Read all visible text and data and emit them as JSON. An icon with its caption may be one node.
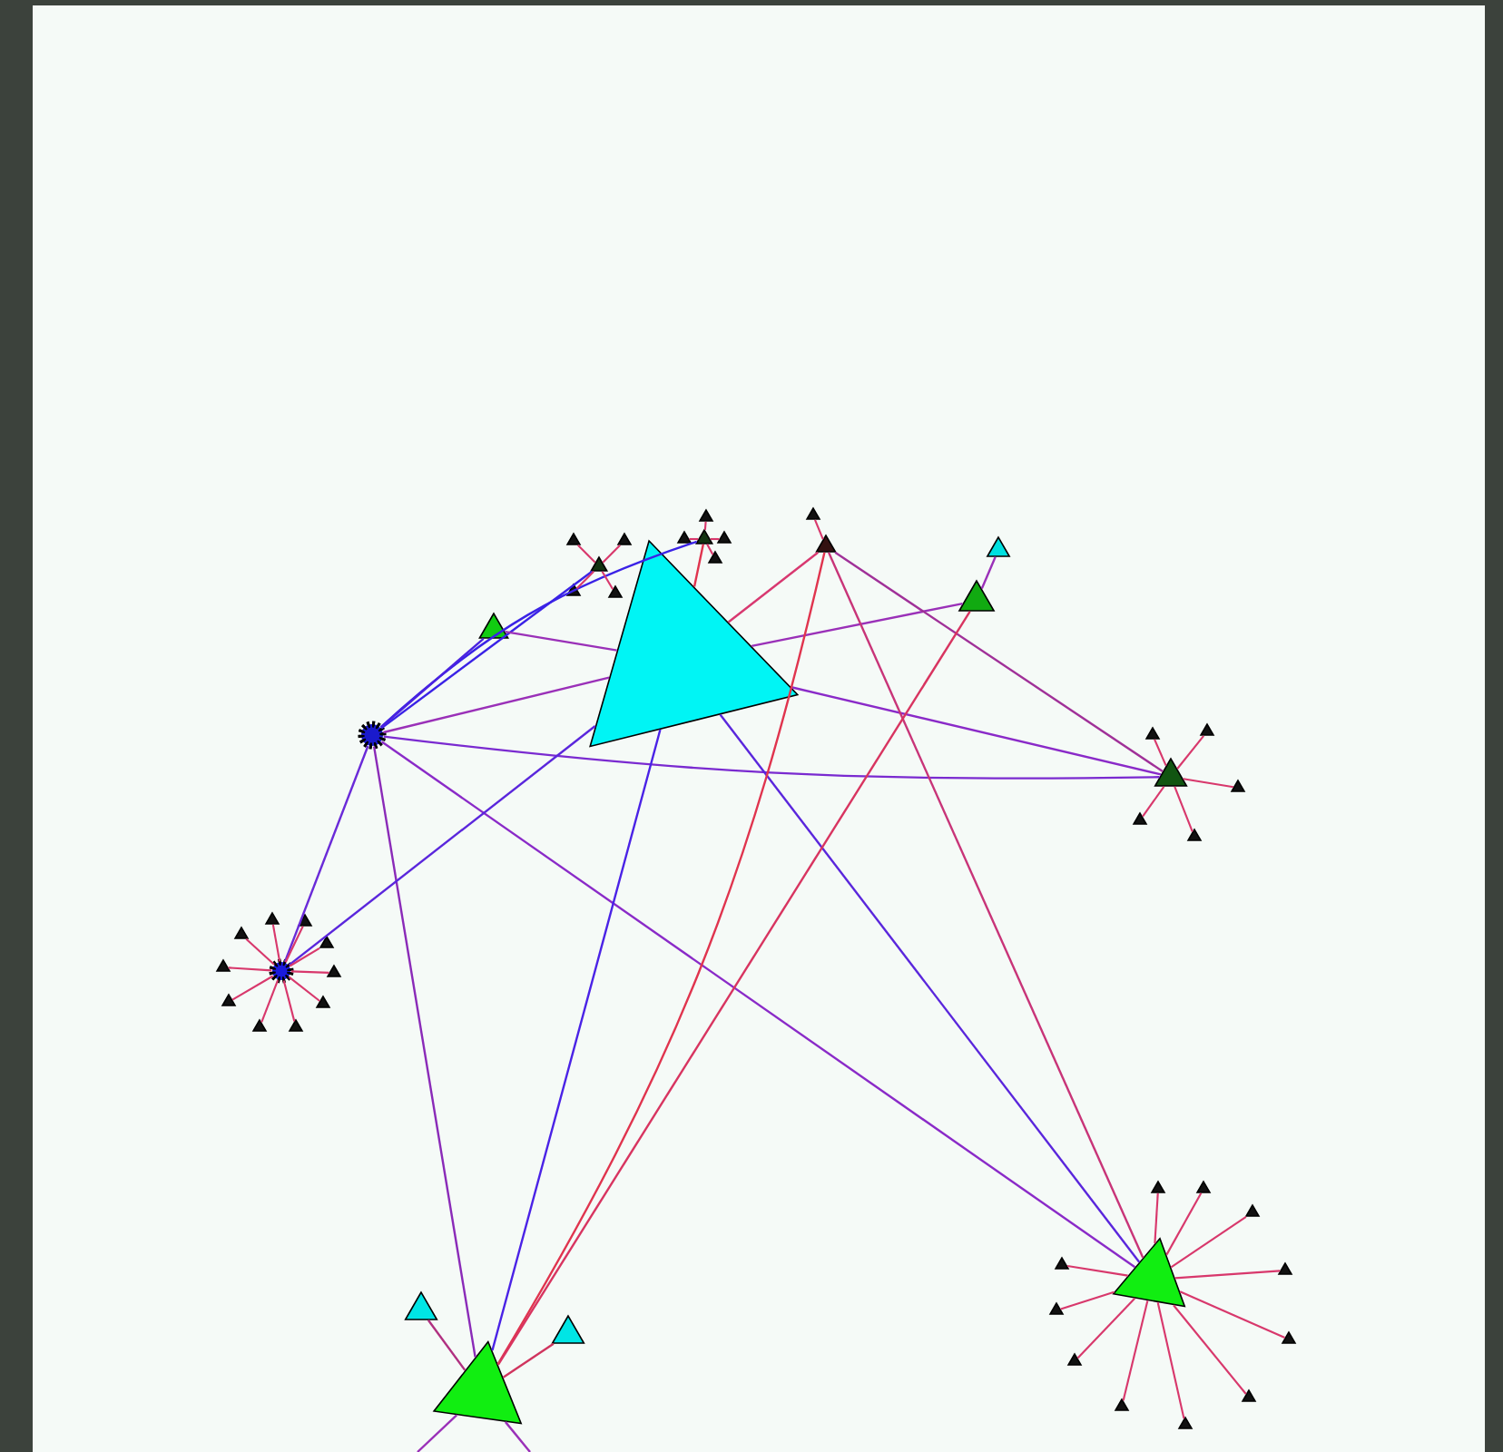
{
  "diagram": {
    "nodes": [
      {
        "text": [],
        "shape": "circle"
      },
      {
        "text": [],
        "shape": "triangle"
      },
      {
        "text": [],
        "shape": "triangle"
      },
      {
        "text": [],
        "shape": "triangle"
      },
      {
        "text": [],
        "shape": "triangle"
      },
      {
        "text": [],
        "shape": "triangle"
      },
      {
        "text": [],
        "shape": "triangle"
      },
      {
        "text": [],
        "shape": "triangle"
      },
      {
        "text": [],
        "shape": "triangle"
      },
      {
        "text": [],
        "shape": "circle"
      },
      {
        "text": [],
        "shape": "triangle"
      },
      {
        "text": [],
        "shape": "triangle"
      },
      {
        "text": [],
        "shape": "triangle"
      },
      {
        "text": [],
        "shape": "triangle"
      },
      {
        "text": [],
        "shape": "triangle"
      },
      {
        "text": [],
        "shape": "triangle"
      },
      {
        "text": [],
        "shape": "triangle"
      },
      {
        "text": [],
        "shape": "triangle"
      },
      {
        "text": [],
        "shape": "triangle"
      },
      {
        "text": [],
        "shape": "triangle"
      },
      {
        "text": [],
        "shape": "triangle"
      },
      {
        "text": [],
        "shape": "triangle"
      },
      {
        "text": [],
        "shape": "triangle"
      },
      {
        "text": [],
        "shape": "triangle"
      },
      {
        "text": [],
        "shape": "triangle"
      },
      {
        "text": [],
        "shape": "triangle"
      },
      {
        "text": [],
        "shape": "triangle"
      },
      {
        "text": [],
        "shape": "triangle"
      },
      {
        "text": [],
        "shape": "triangle"
      },
      {
        "text": [],
        "shape": "triangle"
      },
      {
        "text": [],
        "shape": "triangle"
      },
      {
        "text": [],
        "shape": "triangle"
      },
      {
        "text": [],
        "shape": "triangle"
      },
      {
        "text": [],
        "shape": "triangle"
      },
      {
        "text": [],
        "shape": "triangle"
      },
      {
        "text": [],
        "shape": "triangle"
      },
      {
        "text": [],
        "shape": "triangle"
      },
      {
        "text": [],
        "shape": "triangle"
      },
      {
        "text": [],
        "shape": "triangle"
      },
      {
        "text": [],
        "shape": "triangle"
      },
      {
        "text": [],
        "shape": "triangle"
      },
      {
        "text": [],
        "shape": "triangle"
      },
      {
        "text": [],
        "shape": "triangle"
      },
      {
        "text": [],
        "shape": "triangle"
      },
      {
        "text": [],
        "shape": "triangle"
      },
      {
        "text": [],
        "shape": "triangle"
      },
      {
        "text": [],
        "shape": "triangle"
      },
      {
        "text": [],
        "shape": "triangle"
      },
      {
        "text": [],
        "shape": "triangle"
      }
    ],
    "edges": [
      {
        "from": 0,
        "to": 3,
        "arrow": "none",
        "color": "#3a22e6"
      },
      {
        "from": 0,
        "to": 4,
        "arrow": "none",
        "color": "#3a22e6"
      },
      {
        "from": 0,
        "to": 2,
        "arrow": "none",
        "color": "#4a22e0"
      },
      {
        "from": 0,
        "to": 1,
        "arrow": "none",
        "color": "#9a30b8"
      },
      {
        "from": 0,
        "to": 8,
        "arrow": "none",
        "color": "#7a2ad0"
      },
      {
        "from": 0,
        "to": 9,
        "arrow": "none",
        "color": "#6a2ad8"
      },
      {
        "from": 0,
        "to": 11,
        "arrow": "none",
        "color": "#8a2ab8"
      },
      {
        "from": 0,
        "to": 10,
        "arrow": "none",
        "color": "#8a2ac8"
      },
      {
        "from": 1,
        "to": 2,
        "arrow": "none",
        "color": "#9a30b8"
      },
      {
        "from": 1,
        "to": 6,
        "arrow": "none",
        "color": "#9a30b8"
      },
      {
        "from": 1,
        "to": 8,
        "arrow": "none",
        "color": "#8a2ac8"
      },
      {
        "from": 1,
        "to": 9,
        "arrow": "none",
        "color": "#5a26dc"
      },
      {
        "from": 1,
        "to": 11,
        "arrow": "none",
        "color": "#4a22e6"
      },
      {
        "from": 1,
        "to": 10,
        "arrow": "none",
        "color": "#5a26dc"
      },
      {
        "from": 5,
        "to": 1,
        "arrow": "none",
        "color": "#d83870"
      },
      {
        "from": 5,
        "to": 8,
        "arrow": "none",
        "color": "#a03098"
      },
      {
        "from": 5,
        "to": 10,
        "arrow": "none",
        "color": "#c83478"
      },
      {
        "from": 5,
        "to": 11,
        "arrow": "none",
        "color": "#e0344e"
      },
      {
        "from": 6,
        "to": 11,
        "arrow": "none",
        "color": "#d83460"
      },
      {
        "from": 6,
        "to": 7,
        "arrow": "none",
        "color": "#9a30b8"
      },
      {
        "from": 4,
        "to": 1,
        "arrow": "none",
        "color": "#e0344e"
      },
      {
        "from": 11,
        "to": 12,
        "arrow": "none",
        "color": "#b03080"
      },
      {
        "from": 11,
        "to": 13,
        "arrow": "none",
        "color": "#d0345e"
      },
      {
        "from": 11,
        "to": null,
        "arrow": "none",
        "color": "#9a30b8"
      },
      {
        "from": 11,
        "to": null,
        "arrow": "none",
        "color": "#9a30b8"
      },
      {
        "from": 3,
        "to": 14,
        "arrow": "none"
      },
      {
        "from": 3,
        "to": 15,
        "arrow": "none"
      },
      {
        "from": 3,
        "to": 16,
        "arrow": "none"
      },
      {
        "from": 3,
        "to": 17,
        "arrow": "none"
      },
      {
        "from": 4,
        "to": 18,
        "arrow": "none"
      },
      {
        "from": 4,
        "to": 19,
        "arrow": "none"
      },
      {
        "from": 4,
        "to": 20,
        "arrow": "none"
      },
      {
        "from": 4,
        "to": 21,
        "arrow": "none"
      },
      {
        "from": 5,
        "to": 22,
        "arrow": "none"
      },
      {
        "from": 8,
        "to": 23,
        "arrow": "none"
      },
      {
        "from": 8,
        "to": 24,
        "arrow": "none"
      },
      {
        "from": 8,
        "to": 25,
        "arrow": "none"
      },
      {
        "from": 8,
        "to": 26,
        "arrow": "none"
      },
      {
        "from": 8,
        "to": 27,
        "arrow": "none"
      },
      {
        "from": 9,
        "to": 28,
        "arrow": "none"
      },
      {
        "from": 9,
        "to": 29,
        "arrow": "none"
      },
      {
        "from": 9,
        "to": 30,
        "arrow": "none"
      },
      {
        "from": 9,
        "to": 31,
        "arrow": "none"
      },
      {
        "from": 9,
        "to": 32,
        "arrow": "none"
      },
      {
        "from": 9,
        "to": 33,
        "arrow": "none"
      },
      {
        "from": 9,
        "to": 34,
        "arrow": "none"
      },
      {
        "from": 9,
        "to": 35,
        "arrow": "none"
      },
      {
        "from": 9,
        "to": 36,
        "arrow": "none"
      },
      {
        "from": 9,
        "to": 37,
        "arrow": "none"
      },
      {
        "from": 10,
        "to": 38,
        "arrow": "none"
      },
      {
        "from": 10,
        "to": 39,
        "arrow": "none"
      },
      {
        "from": 10,
        "to": 40,
        "arrow": "none"
      },
      {
        "from": 10,
        "to": 41,
        "arrow": "none"
      },
      {
        "from": 10,
        "to": 42,
        "arrow": "none"
      },
      {
        "from": 10,
        "to": 43,
        "arrow": "none"
      },
      {
        "from": 10,
        "to": 44,
        "arrow": "none"
      },
      {
        "from": 10,
        "to": 45,
        "arrow": "none"
      },
      {
        "from": 10,
        "to": 46,
        "arrow": "none"
      },
      {
        "from": 10,
        "to": 47,
        "arrow": "none"
      },
      {
        "from": 10,
        "to": 48,
        "arrow": "none"
      }
    ]
  }
}
